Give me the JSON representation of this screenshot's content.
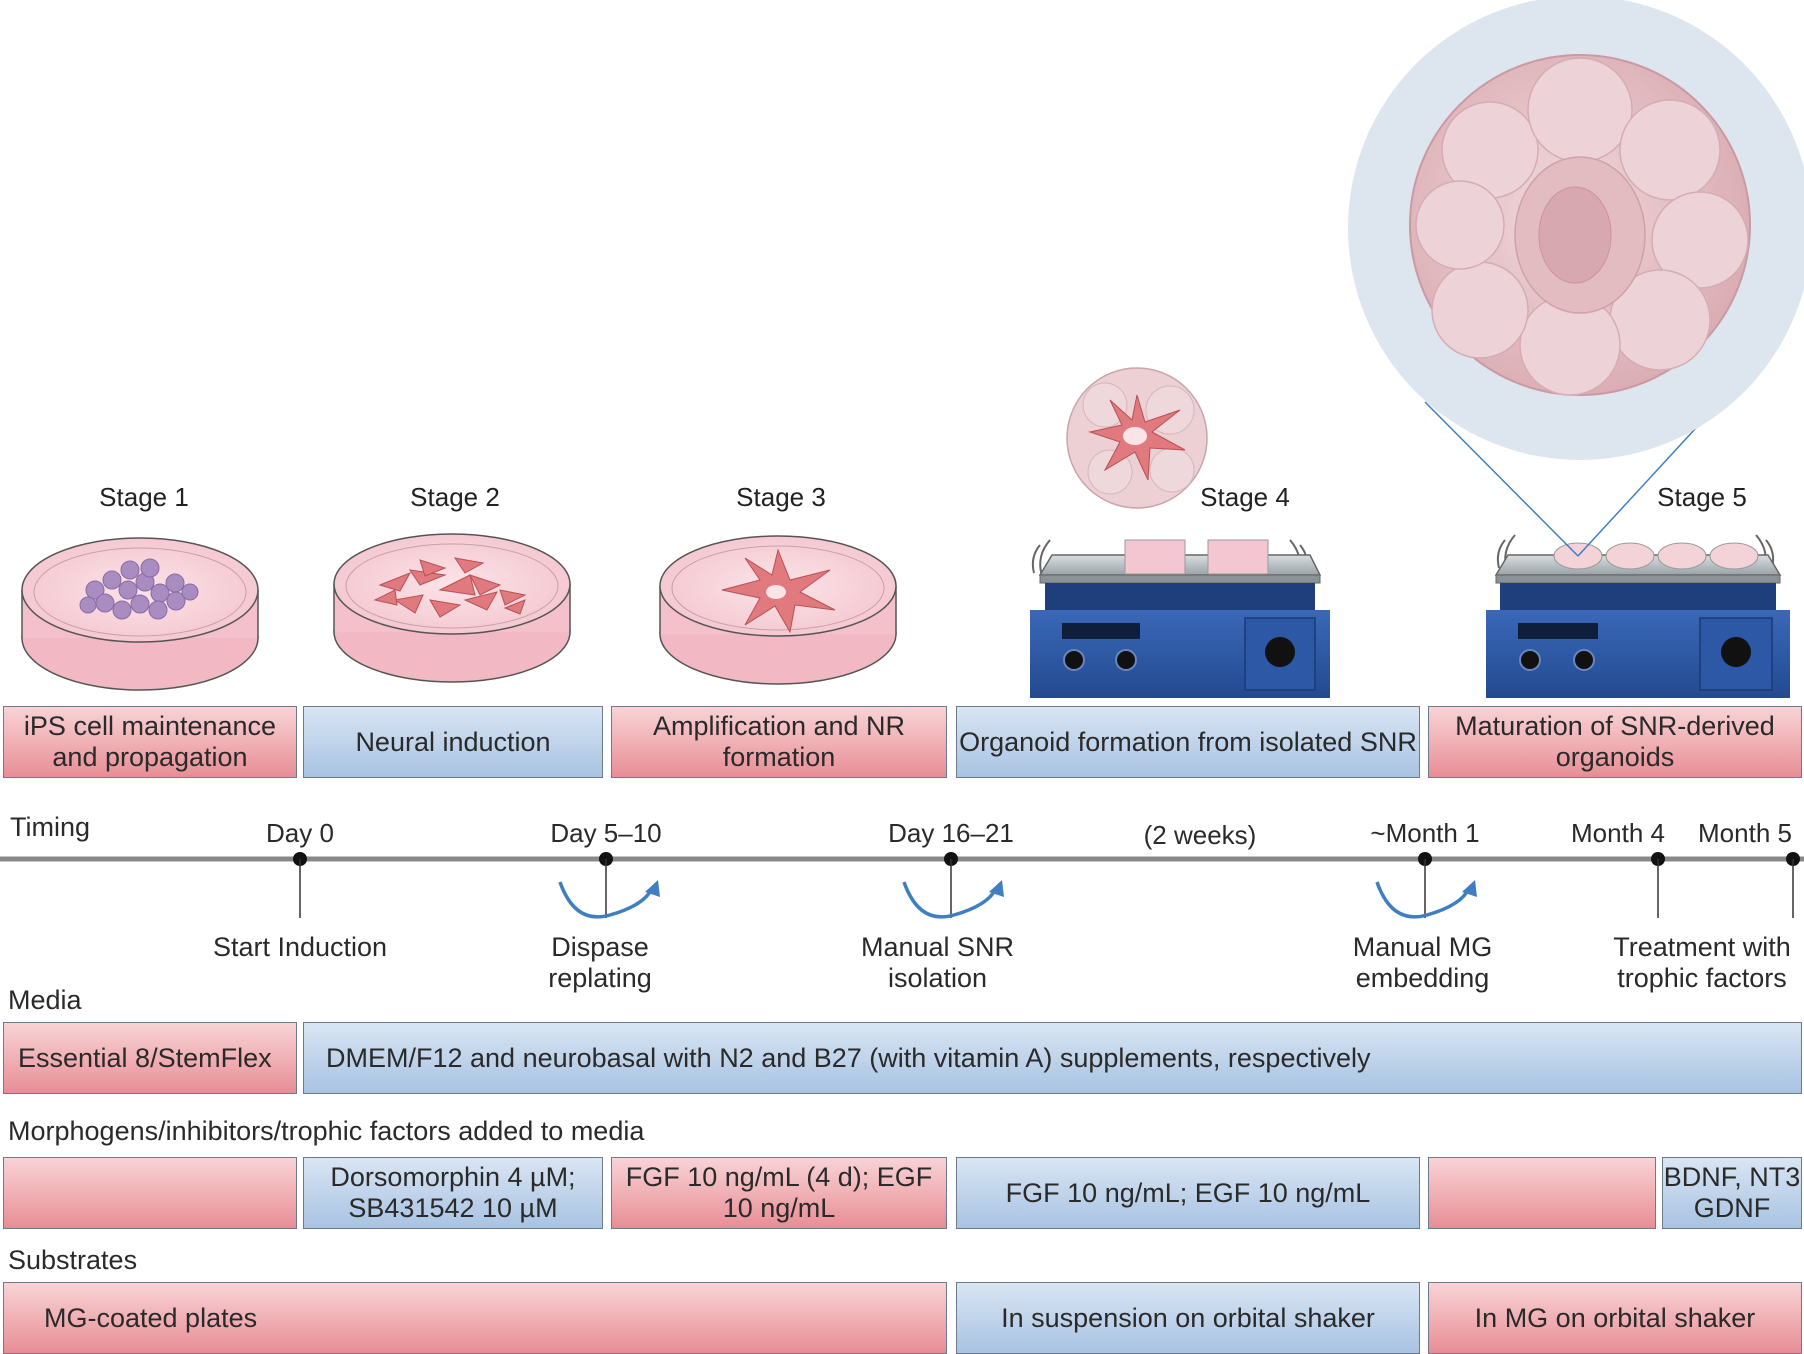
{
  "stages": {
    "s1": "Stage 1",
    "s2": "Stage 2",
    "s3": "Stage 3",
    "s4": "Stage 4",
    "s5": "Stage 5"
  },
  "stage_boxes": {
    "b1": "iPS cell maintenance and propagation",
    "b2": "Neural induction",
    "b3": "Amplification and NR formation",
    "b4": "Organoid formation from isolated SNR",
    "b5": "Maturation of SNR-derived organoids"
  },
  "timing": {
    "title": "Timing",
    "day0": "Day 0",
    "day5": "Day 5–10",
    "day16": "Day 16–21",
    "weeks": "(2 weeks)",
    "month1": "~Month 1",
    "month4": "Month 4",
    "month5": "Month 5"
  },
  "events": {
    "e1": "Start Induction",
    "e2": "Dispase replating",
    "e3": "Manual SNR isolation",
    "e4": "Manual MG embedding",
    "e5": "Treatment with trophic factors"
  },
  "media": {
    "title": "Media",
    "m1": "Essential 8/StemFlex",
    "m2": "DMEM/F12 and neurobasal with N2 and B27 (with vitamin A) supplements, respectively"
  },
  "morphogens": {
    "title": "Morphogens/inhibitors/trophic factors added to media",
    "m1": "",
    "m2": "Dorsomorphin 4 µM; SB431542 10 µM",
    "m3": "FGF 10 ng/mL (4 d); EGF 10 ng/mL",
    "m4": "FGF 10 ng/mL; EGF 10 ng/mL",
    "m5": "",
    "m6": "BDNF, NT3 GDNF"
  },
  "substrates": {
    "title": "Substrates",
    "s1": "MG-coated plates",
    "s2": "In suspension on orbital shaker",
    "s3": "In MG on orbital shaker"
  },
  "colors": {
    "pink_box": "#e88e95",
    "blue_box": "#a8c3e2",
    "shaker_blue": "#2e5aa8",
    "arrow_blue": "#3f7fc0",
    "organoid_pink": "#e8c5ca"
  },
  "icons": [
    "petri-dish-icon",
    "orbital-shaker-icon",
    "organoid-icon",
    "replating-arrow-icon"
  ]
}
